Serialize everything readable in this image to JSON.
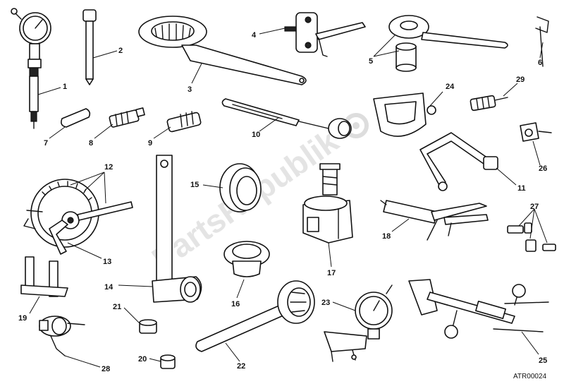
{
  "watermark": "PartsRepublik",
  "drawing_code": "ATR00024",
  "labels": [
    "1",
    "2",
    "3",
    "4",
    "5",
    "6",
    "7",
    "8",
    "9",
    "10",
    "11",
    "12",
    "13",
    "14",
    "15",
    "16",
    "17",
    "18",
    "19",
    "20",
    "21",
    "22",
    "23",
    "24",
    "25",
    "26",
    "27",
    "28",
    "29"
  ]
}
